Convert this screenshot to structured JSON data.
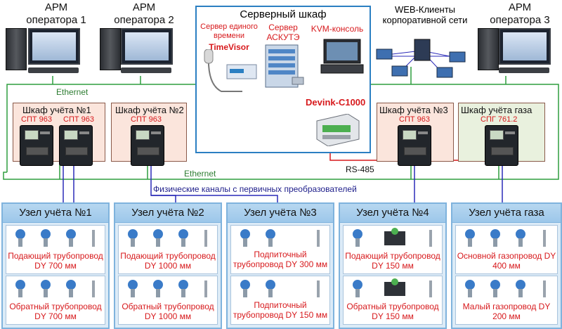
{
  "workstations": [
    {
      "label": "АРМ\nоператора 1"
    },
    {
      "label": "АРМ\nоператора 2"
    },
    {
      "label": "АРМ\nоператора 3"
    }
  ],
  "server_cabinet": {
    "title": "Серверный шкаф",
    "time_server_label": "Сервер единого времени",
    "time_server_name": "TimeVisor",
    "askute_label": "Сервер АСКУТЭ",
    "kvm_label": "KVM-консоль",
    "gateway_name": "Devink-C1000"
  },
  "web_clients_label": "WEB-Клиенты корпоративной сети",
  "networks": {
    "ethernet_top": "Ethernet",
    "ethernet_bottom": "Ethernet",
    "rs485": "RS-485",
    "physical_channels": "Физические каналы с первичных преобразователей"
  },
  "cabinets": [
    {
      "title": "Шкаф учёта №1",
      "devices": [
        "СПТ 963",
        "СПТ 963"
      ]
    },
    {
      "title": "Шкаф учёта №2",
      "devices": [
        "СПТ 963"
      ]
    },
    {
      "title": "Шкаф учёта №3",
      "devices": [
        "СПТ 963"
      ]
    },
    {
      "title": "Шкаф учёта газа",
      "devices": [
        "СПГ 761.2"
      ]
    }
  ],
  "nodes": [
    {
      "title": "Узел учёта №1",
      "pipes": [
        "Подающий трубопровод DY 700 мм",
        "Обратный трубопровод DY 700 мм"
      ]
    },
    {
      "title": "Узел учёта №2",
      "pipes": [
        "Подающий трубопровод DY 1000 мм",
        "Обратный трубопровод DY 1000 мм"
      ]
    },
    {
      "title": "Узел учёта №3",
      "pipes": [
        "Подпиточный трубопровод DY 300 мм",
        "Подпиточный трубопровод DY 150 мм"
      ]
    },
    {
      "title": "Узел учёта №4",
      "pipes": [
        "Подающий трубопровод DY 150 мм",
        "Обратный трубопровод DY 150 мм"
      ]
    },
    {
      "title": "Узел учёта газа",
      "pipes": [
        "Основной газопровод DY 400 мм",
        "Малый газопровод DY 200 мм"
      ]
    }
  ],
  "colors": {
    "ethernet": "#2e9e3e",
    "rs485": "#d7191c",
    "physical": "#2a2ab8",
    "server_border": "#2b7fc2",
    "node_fill": "#dcebf7"
  }
}
